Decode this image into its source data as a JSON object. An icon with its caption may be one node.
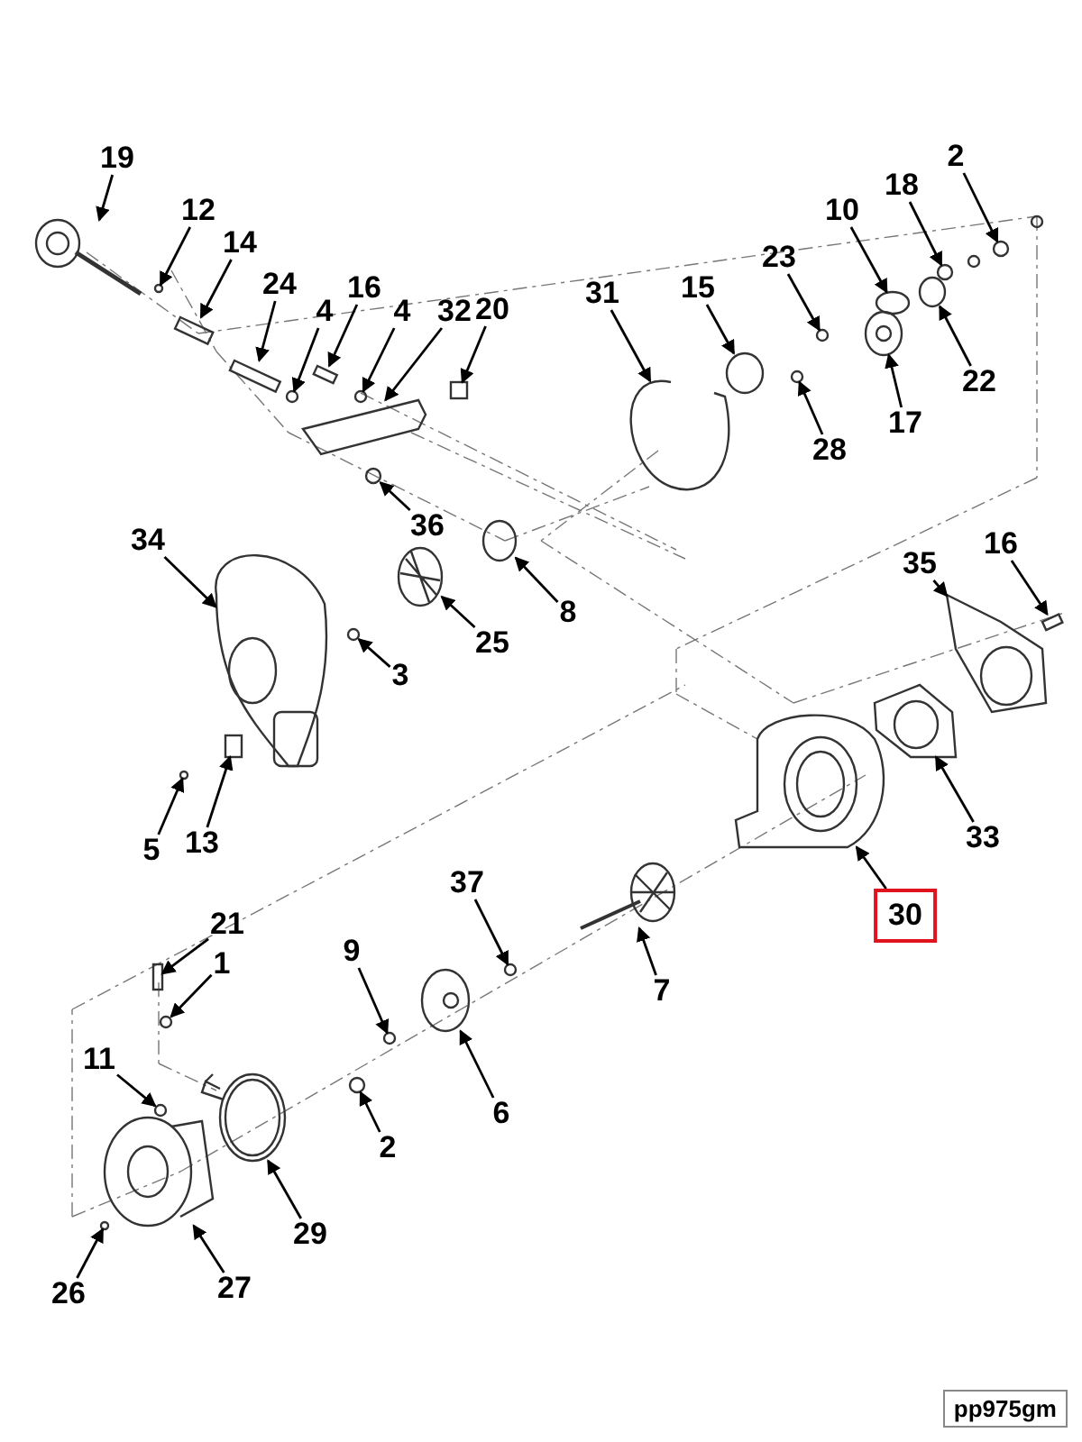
{
  "diagram": {
    "nodes": [
      {
        "text": [
          "19"
        ]
      },
      {
        "text": [
          "12"
        ]
      },
      {
        "text": [
          "14"
        ]
      },
      {
        "text": [
          "24"
        ]
      },
      {
        "text": [
          "4"
        ]
      },
      {
        "text": [
          "16"
        ]
      },
      {
        "text": [
          "4"
        ]
      },
      {
        "text": [
          "32"
        ]
      },
      {
        "text": [
          "20"
        ]
      },
      {
        "text": [
          "31"
        ]
      },
      {
        "text": [
          "2"
        ]
      },
      {
        "text": [
          "18"
        ]
      },
      {
        "text": [
          "10"
        ]
      },
      {
        "text": [
          "23"
        ]
      },
      {
        "text": [
          "15"
        ]
      },
      {
        "text": [
          "22"
        ]
      },
      {
        "text": [
          "17"
        ]
      },
      {
        "text": [
          "28"
        ]
      },
      {
        "text": [
          "36"
        ]
      },
      {
        "text": [
          "34"
        ]
      },
      {
        "text": [
          "8"
        ]
      },
      {
        "text": [
          "35"
        ]
      },
      {
        "text": [
          "16"
        ]
      },
      {
        "text": [
          "25"
        ]
      },
      {
        "text": [
          "3"
        ]
      },
      {
        "text": [
          "5"
        ]
      },
      {
        "text": [
          "13"
        ]
      },
      {
        "text": [
          "33"
        ]
      },
      {
        "text": [
          "30"
        ]
      },
      {
        "text": [
          "37"
        ]
      },
      {
        "text": [
          "7"
        ]
      },
      {
        "text": [
          "21"
        ]
      },
      {
        "text": [
          "1"
        ]
      },
      {
        "text": [
          "9"
        ]
      },
      {
        "text": [
          "6"
        ]
      },
      {
        "text": [
          "2"
        ]
      },
      {
        "text": [
          "11"
        ]
      },
      {
        "text": [
          "29"
        ]
      },
      {
        "text": [
          "26"
        ]
      },
      {
        "text": [
          "27"
        ]
      },
      {
        "text": [],
        "shape": "picture"
      },
      {
        "text": [],
        "shape": "circle"
      },
      {
        "text": [],
        "shape": "box"
      },
      {
        "text": [],
        "shape": "box"
      },
      {
        "text": [],
        "shape": "circle"
      },
      {
        "text": [],
        "shape": "box"
      },
      {
        "text": [],
        "shape": "circle"
      },
      {
        "text": [],
        "shape": "picture"
      },
      {
        "text": [],
        "shape": "box"
      },
      {
        "text": [],
        "shape": "picture"
      },
      {
        "text": [],
        "shape": "circle"
      },
      {
        "text": [],
        "shape": "circle"
      },
      {
        "text": [],
        "shape": "circle"
      },
      {
        "text": [],
        "shape": "circle"
      },
      {
        "text": [],
        "shape": "circle"
      },
      {
        "text": [],
        "shape": "circle"
      },
      {
        "text": [],
        "shape": "picture"
      },
      {
        "text": [],
        "shape": "circle"
      },
      {
        "text": [],
        "shape": "circle"
      },
      {
        "text": [],
        "shape": "picture"
      },
      {
        "text": [],
        "shape": "circle"
      },
      {
        "text": [],
        "shape": "picture"
      },
      {
        "text": [],
        "shape": "box"
      },
      {
        "text": [],
        "shape": "picture"
      },
      {
        "text": [],
        "shape": "circle"
      },
      {
        "text": [],
        "shape": "circle"
      },
      {
        "text": [],
        "shape": "box"
      },
      {
        "text": [],
        "shape": "picture"
      },
      {
        "text": [],
        "shape": "picture"
      },
      {
        "text": [],
        "shape": "circle"
      },
      {
        "text": [],
        "shape": "picture"
      },
      {
        "text": [],
        "shape": "box"
      },
      {
        "text": [],
        "shape": "circle"
      },
      {
        "text": [],
        "shape": "circle"
      },
      {
        "text": [],
        "shape": "picture"
      },
      {
        "text": [],
        "shape": "circle"
      },
      {
        "text": [],
        "shape": "circle"
      },
      {
        "text": [],
        "shape": "picture"
      },
      {
        "text": [],
        "shape": "circle"
      },
      {
        "text": [],
        "shape": "picture"
      }
    ],
    "edges": [
      {
        "from": 0,
        "to": 40,
        "arrow": "to"
      },
      {
        "from": 1,
        "to": 41,
        "arrow": "to"
      },
      {
        "from": 2,
        "to": 42,
        "arrow": "to"
      },
      {
        "from": 3,
        "to": 43,
        "arrow": "to"
      },
      {
        "from": 4,
        "to": 44,
        "arrow": "to"
      },
      {
        "from": 5,
        "to": 45,
        "arrow": "to"
      },
      {
        "from": 6,
        "to": 46,
        "arrow": "to"
      },
      {
        "from": 7,
        "to": 47,
        "arrow": "to"
      },
      {
        "from": 8,
        "to": 48,
        "arrow": "to"
      },
      {
        "from": 9,
        "to": 49,
        "arrow": "to"
      },
      {
        "from": 10,
        "to": 50,
        "arrow": "to"
      },
      {
        "from": 11,
        "to": 51,
        "arrow": "to"
      },
      {
        "from": 12,
        "to": 52,
        "arrow": "to"
      },
      {
        "from": 13,
        "to": 53,
        "arrow": "to"
      },
      {
        "from": 14,
        "to": 54,
        "arrow": "to"
      },
      {
        "from": 15,
        "to": 55,
        "arrow": "to"
      },
      {
        "from": 16,
        "to": 56,
        "arrow": "to"
      },
      {
        "from": 17,
        "to": 57,
        "arrow": "to"
      },
      {
        "from": 18,
        "to": 58,
        "arrow": "to"
      },
      {
        "from": 19,
        "to": 59,
        "arrow": "to"
      },
      {
        "from": 20,
        "to": 60,
        "arrow": "to"
      },
      {
        "from": 21,
        "to": 61,
        "arrow": "to"
      },
      {
        "from": 22,
        "to": 62,
        "arrow": "to"
      },
      {
        "from": 23,
        "to": 63,
        "arrow": "to"
      },
      {
        "from": 24,
        "to": 64,
        "arrow": "to"
      },
      {
        "from": 25,
        "to": 65,
        "arrow": "to"
      },
      {
        "from": 26,
        "to": 66,
        "arrow": "to"
      },
      {
        "from": 27,
        "to": 67,
        "arrow": "to"
      },
      {
        "from": 28,
        "to": 68,
        "arrow": "to"
      },
      {
        "from": 29,
        "to": 69,
        "arrow": "to"
      },
      {
        "from": 30,
        "to": 70,
        "arrow": "to"
      },
      {
        "from": 31,
        "to": 71,
        "arrow": "to"
      },
      {
        "from": 32,
        "to": 72,
        "arrow": "to"
      },
      {
        "from": 33,
        "to": 73,
        "arrow": "to"
      },
      {
        "from": 34,
        "to": 74,
        "arrow": "to"
      },
      {
        "from": 35,
        "to": 75,
        "arrow": "to"
      },
      {
        "from": 36,
        "to": 76,
        "arrow": "to"
      },
      {
        "from": 37,
        "to": 77,
        "arrow": "to"
      },
      {
        "from": 38,
        "to": 78,
        "arrow": "to"
      },
      {
        "from": 39,
        "to": 79,
        "arrow": "to"
      }
    ],
    "labels": [
      "pp975gm"
    ]
  }
}
